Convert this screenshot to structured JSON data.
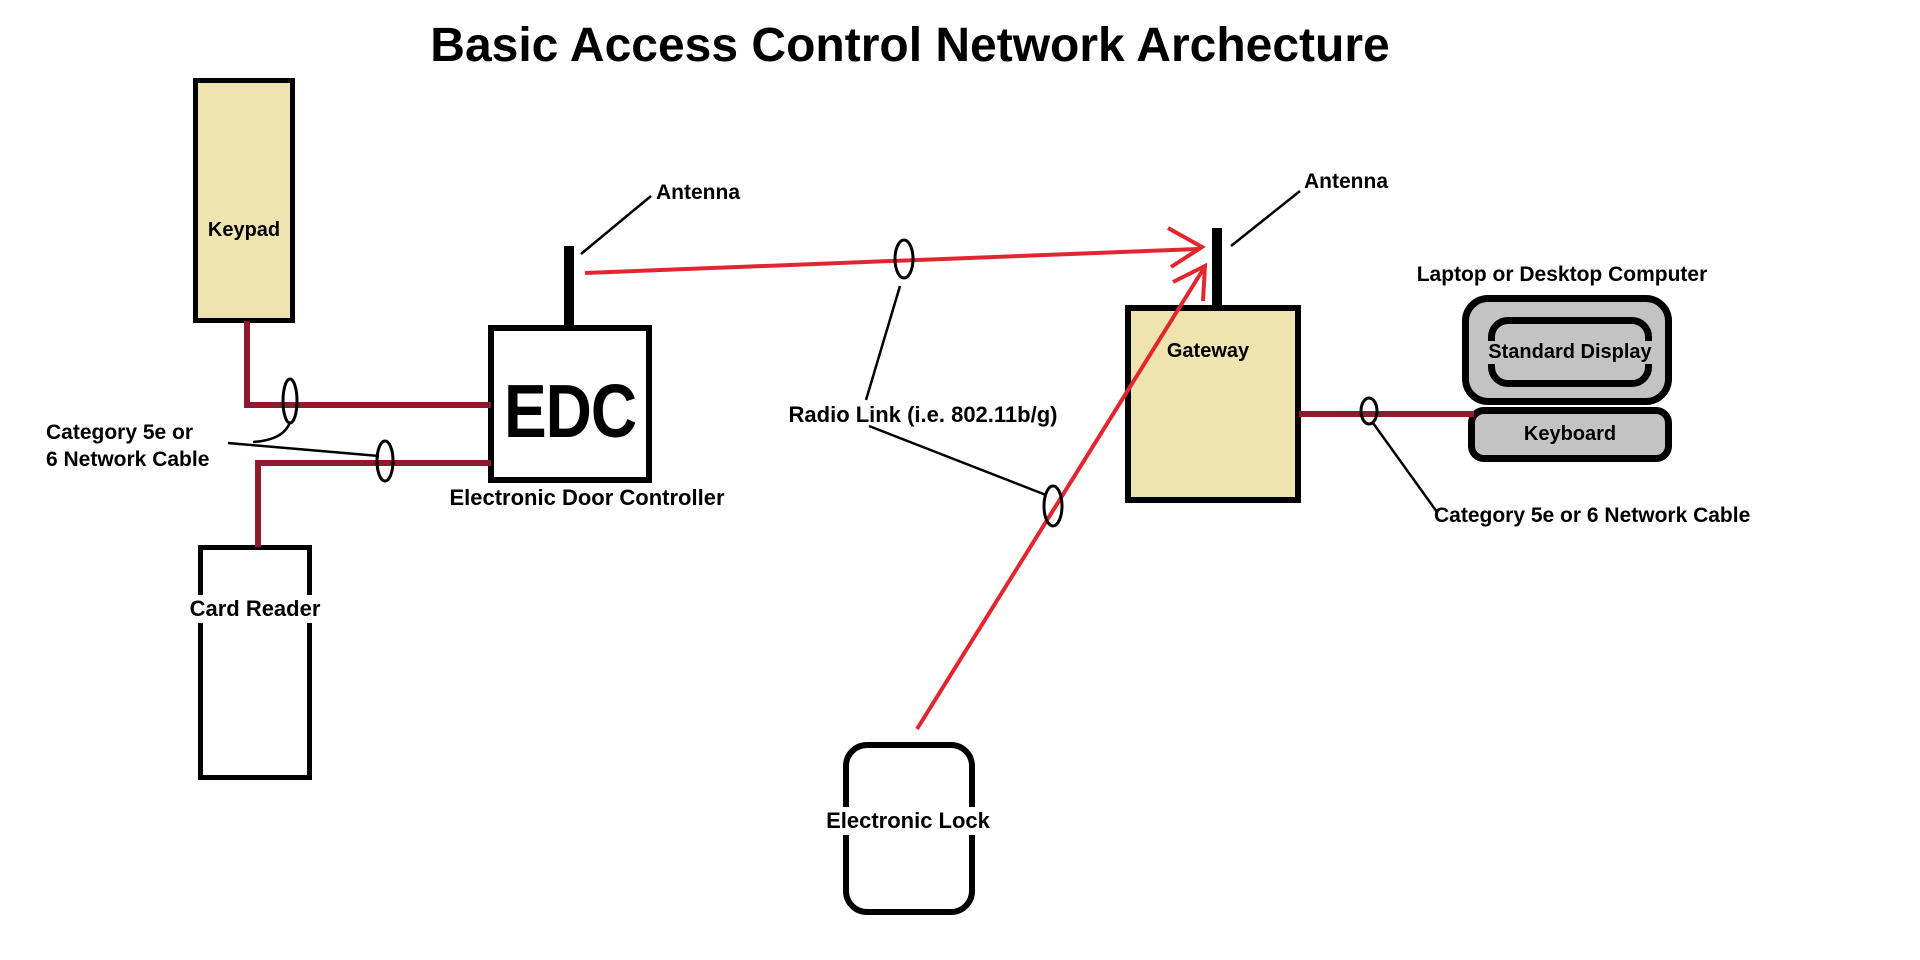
{
  "title": "Basic Access Control Network Archecture",
  "colors": {
    "tan": "#EFE4B0",
    "gray": "#C3C3C3",
    "cable_dark_red": "#8F1A2D",
    "radio_red": "#E32530",
    "ink": "#000000"
  },
  "nodes": {
    "keypad": {
      "label": "Keypad"
    },
    "card_reader": {
      "label": "Card Reader"
    },
    "edc": {
      "abbr": "EDC",
      "caption": "Electronic Door Controller"
    },
    "gateway": {
      "label": "Gateway"
    },
    "computer": {
      "label": "Laptop or Desktop Computer",
      "display": "Standard Display",
      "keyboard": "Keyboard"
    },
    "electronic_lock": {
      "label": "Electronic Lock"
    }
  },
  "annotations": {
    "antenna_edc": "Antenna",
    "antenna_gateway": "Antenna",
    "radio_link": "Radio Link (i.e. 802.11b/g)",
    "cable_left_line1": "Category 5e or",
    "cable_left_line2": "6 Network Cable",
    "cable_right": "Category 5e or 6 Network Cable"
  }
}
